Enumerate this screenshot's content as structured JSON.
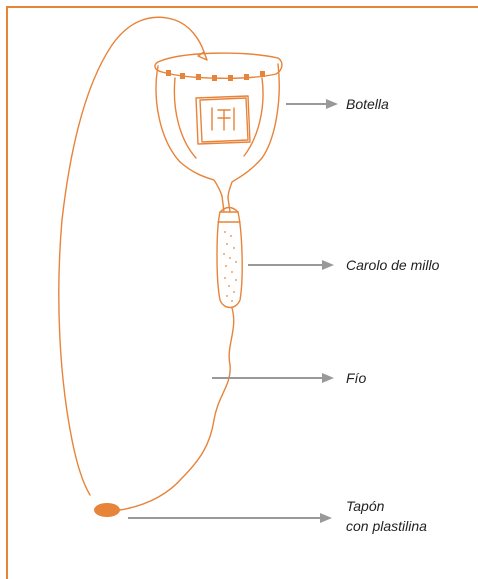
{
  "labels": {
    "bottle": "Botella",
    "corncob": "Carolo de millo",
    "string": "Fío",
    "cap_line1": "Tapón",
    "cap_line2": "con plastilina"
  },
  "colors": {
    "drawing": "#e8833a",
    "arrow": "#999999",
    "border": "#e8833a",
    "text": "#222222"
  }
}
